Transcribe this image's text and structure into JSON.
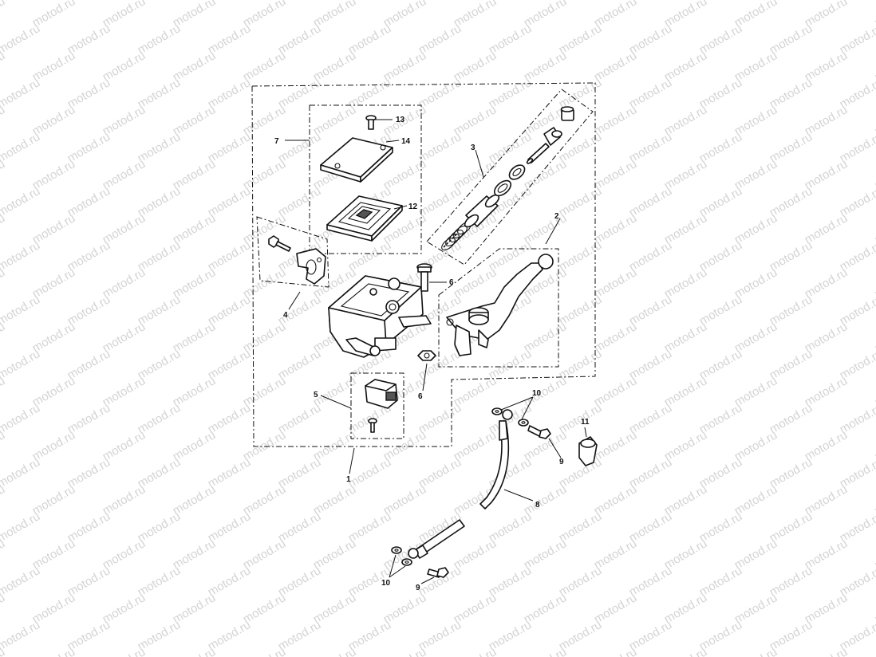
{
  "watermark": "motod.ru",
  "callouts": {
    "c1": "1",
    "c2": "2",
    "c3": "3",
    "c4": "4",
    "c5": "5",
    "c6a": "6",
    "c6b": "6",
    "c7": "7",
    "c8": "8",
    "c9a": "9",
    "c9b": "9",
    "c10a": "10",
    "c10b": "10",
    "c11": "11",
    "c12": "12",
    "c13": "13",
    "c14": "14"
  },
  "colors": {
    "line": "#111111",
    "watermark": "#d4d4d4",
    "background": "#ffffff"
  }
}
